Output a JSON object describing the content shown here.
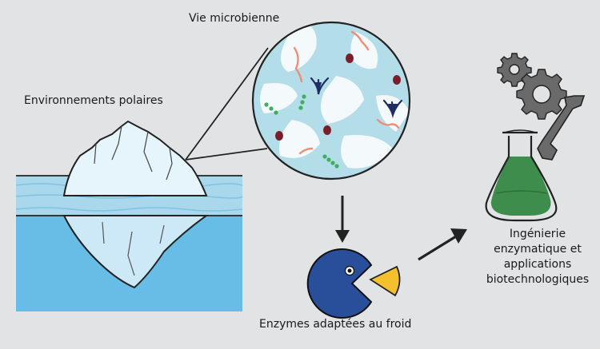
{
  "labels": {
    "polar": "Environnements polaires",
    "microbial": "Vie microbienne",
    "enzymes": "Enzymes adaptées au froid",
    "engineering": [
      "Ingénierie",
      "enzymatique et",
      "applications",
      "biotechnologiques"
    ]
  },
  "colors": {
    "background": "#e1e3e4",
    "water_surface": "#a9d8ec",
    "water_deep": "#68bde6",
    "ice": "#e6f4fb",
    "circle_fill": "#b3dde9",
    "pacman": "#294f9b",
    "cheese": "#f4c02e",
    "flask_liquid": "#3f8d4d",
    "gear": "#555555"
  },
  "icons": [
    "iceberg-icon",
    "magnifier-circle-icon",
    "microbe-icon",
    "pacman-enzyme-icon",
    "cheese-wedge-icon",
    "gear-icon",
    "wrench-icon",
    "flask-icon"
  ]
}
